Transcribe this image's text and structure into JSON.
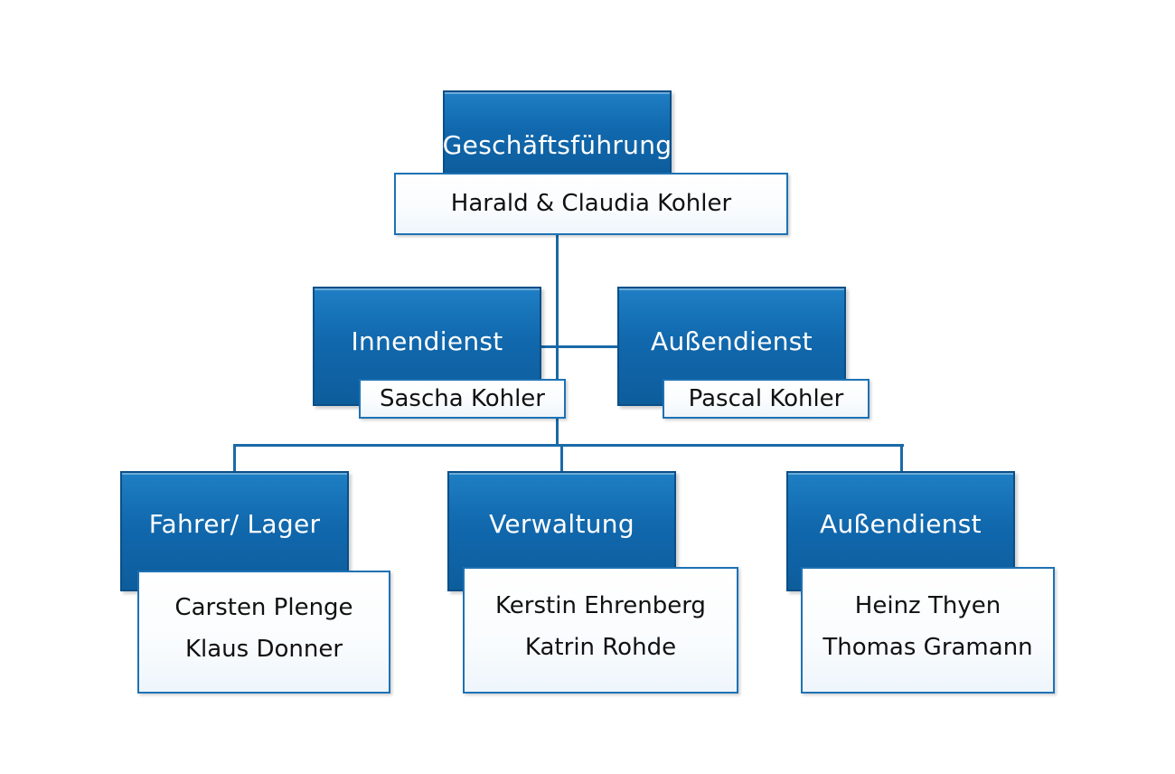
{
  "top": {
    "title": "Geschäftsführung",
    "names": [
      "Harald & Claudia Kohler"
    ]
  },
  "middle": [
    {
      "title": "Innendienst",
      "names": [
        "Sascha Kohler"
      ]
    },
    {
      "title": "Außendienst",
      "names": [
        "Pascal Kohler"
      ]
    }
  ],
  "bottom": [
    {
      "title": "Fahrer/ Lager",
      "names": [
        "Carsten Plenge",
        "Klaus Donner"
      ]
    },
    {
      "title": "Verwaltung",
      "names": [
        "Kerstin Ehrenberg",
        "Katrin Rohde"
      ]
    },
    {
      "title": "Außendienst",
      "names": [
        "Heinz Thyen",
        "Thomas Gramann"
      ]
    }
  ],
  "colors": {
    "role_fill": "#1168ad",
    "role_border": "#0a4f87",
    "name_border": "#1d72b4",
    "connector": "#1a6aa8",
    "role_text": "#ffffff",
    "name_text": "#111111"
  }
}
